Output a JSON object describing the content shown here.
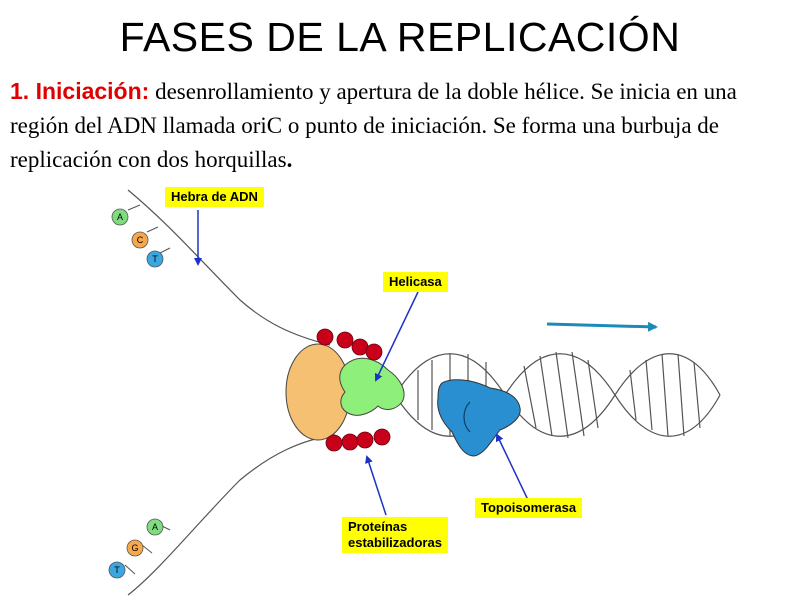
{
  "title": "FASES DE LA REPLICACIÓN",
  "intro": {
    "heading": "1. Iniciación:",
    "text": "desenrollamiento  y apertura de la doble hélice. Se inicia en una región del ADN llamada oriC o punto de iniciación. Se forma una burbuja de replicación con dos horquillas",
    "end": "."
  },
  "labels": {
    "hebra": "Hebra de ADN",
    "helicasa": "Helicasa",
    "topoisomerasa": "Topoisomerasa",
    "proteinas_l1": "Proteínas",
    "proteinas_l2": "estabilizadoras"
  },
  "nucleotides_top": [
    {
      "letter": "A",
      "color": "#7fdc7f"
    },
    {
      "letter": "C",
      "color": "#f7a84a"
    },
    {
      "letter": "T",
      "color": "#3aa7e0"
    }
  ],
  "nucleotides_bottom": [
    {
      "letter": "A",
      "color": "#7fdc7f"
    },
    {
      "letter": "G",
      "color": "#f7a84a"
    },
    {
      "letter": "T",
      "color": "#3aa7e0"
    }
  ],
  "colors": {
    "heading_red": "#e10000",
    "label_bg": "#ffff00",
    "arrow_blue": "#1d32c8",
    "direction_arrow": "#1c8ab8",
    "helicase_green": "#8ef07a",
    "topoisomerase_blue": "#2a8fd0",
    "primase_orange": "#f5c072",
    "ssb_red": "#c8001a"
  }
}
